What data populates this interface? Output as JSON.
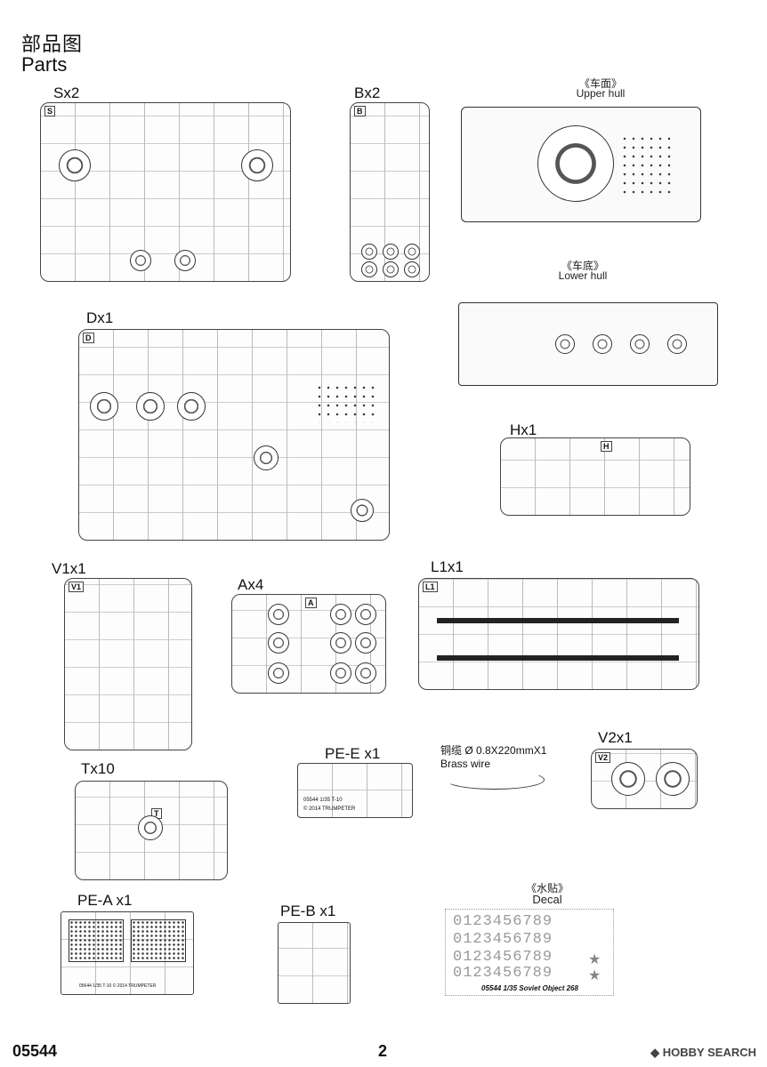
{
  "header": {
    "title_cn": "部品图",
    "title_en": "Parts"
  },
  "parts": {
    "sx2": "Sx2",
    "bx2": "Bx2",
    "dx1": "Dx1",
    "hx1": "Hx1",
    "v1x1": "V1x1",
    "ax4": "Ax4",
    "l1x1": "L1x1",
    "tx10": "Tx10",
    "pe_e": "PE-E x1",
    "pe_a": "PE-A x1",
    "pe_b": "PE-B x1",
    "v2x1": "V2x1"
  },
  "views": {
    "upper_cn": "《车面》",
    "upper_en": "Upper hull",
    "lower_cn": "《车底》",
    "lower_en": "Lower hull",
    "decal_cn": "《水贴》",
    "decal_en": "Decal"
  },
  "wire": {
    "spec": "铜缆 Ø 0.8X220mmX1",
    "name": "Brass wire"
  },
  "decal": {
    "rows": [
      "0123456789",
      "0123456789",
      "0123456789",
      "0123456789"
    ],
    "caption": "05544  1/35  Soviet Object 268"
  },
  "pe": {
    "e_caption": "05544  1/35  T-10",
    "e_copy": "© 2014  TRUMPETER",
    "a_caption": "05644  1/35  T-10   © 2014  TRUMPETER"
  },
  "footer": {
    "code": "05544",
    "page": "2",
    "watermark": "HOBBY SEARCH"
  }
}
